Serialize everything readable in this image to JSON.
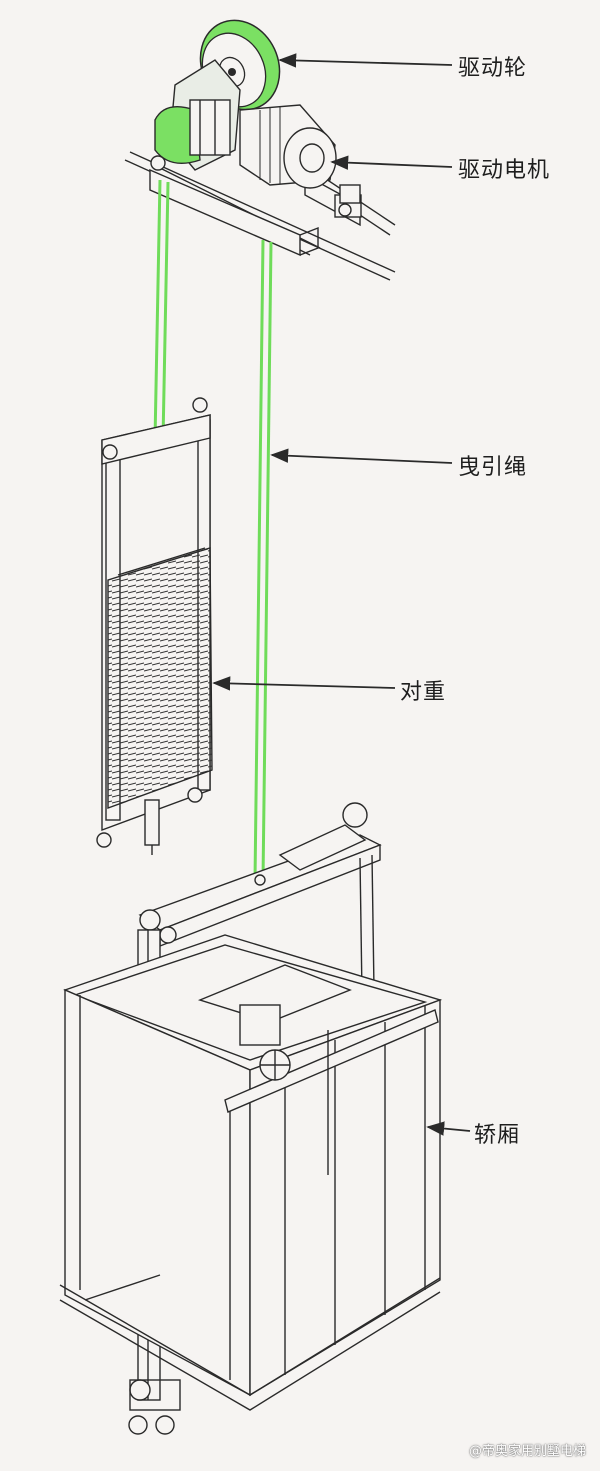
{
  "labels": {
    "drive_sheave": "驱动轮",
    "drive_motor": "驱动电机",
    "traction_rope": "曳引绳",
    "counterweight": "对重",
    "car": "轿厢"
  },
  "watermark": "@帝奥家用别墅电梯",
  "colors": {
    "background": "#f6f4f2",
    "line": "#2a2a2a",
    "rope": "#6fdc5a",
    "highlight": "#7be063",
    "text": "#1e1e1e"
  }
}
